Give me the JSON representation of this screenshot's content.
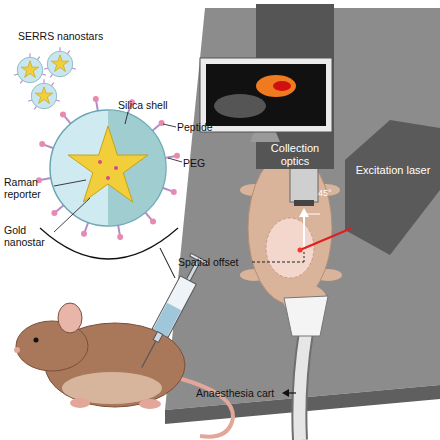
{
  "diagram": {
    "nodes": [
      {
        "text": [
          "Collection optics"
        ]
      },
      {
        "text": [
          "Excitation laser"
        ]
      }
    ],
    "labels": [
      "SERRS nanostars",
      "Silica shell",
      "Peptide",
      "PEG",
      "Raman reporter",
      "Gold nanostar",
      "45°",
      "Spatial offset",
      "Anaesthesia cart"
    ]
  }
}
